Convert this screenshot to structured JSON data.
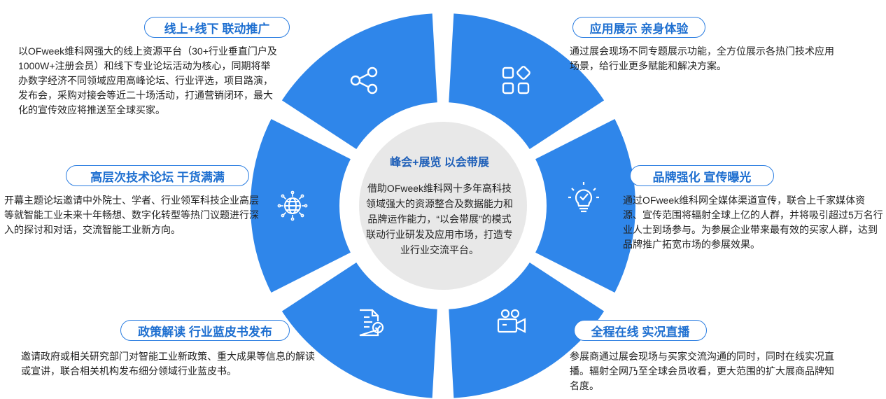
{
  "colors": {
    "segment": "#2f86ea",
    "segment_dark": "#1f6fd8",
    "center_fill": "#e8e8e8",
    "accent_text": "#1e6fd0",
    "icon": "#ffffff"
  },
  "center": {
    "title": "峰会+展览 以会带展",
    "body": "借助OFweek维科网十多年高科技领域强大的资源整合及数据能力和品牌运作能力，“以会带展”的模式联动行业研发及应用市场，打造专业行业交流平台。"
  },
  "sections": [
    {
      "id": "online-offline",
      "tag": "线上+线下 联动推广",
      "icon": "share-icon",
      "desc": "以OFweek维科网强大的线上资源平台（30+行业垂直门户及1000W+注册会员）和线下专业论坛活动为核心，同期将举办数字经济不同领域应用高峰论坛、行业评选，项目路演，发布会，采购对接会等近二十场活动，打通营销闭环，最大化的宣传效应将推送至全球买家。"
    },
    {
      "id": "application",
      "tag": "应用展示 亲身体验",
      "icon": "apps-icon",
      "desc": "通过展会现场不同专题展示功能，全方位展示各热门技术应用场景，给行业更多赋能和解决方案。"
    },
    {
      "id": "forum",
      "tag": "高层次技术论坛 干货满满",
      "icon": "globe-network-icon",
      "desc": "开幕主题论坛邀请中外院士、学者、行业领军科技企业高层等就智能工业未来十年畅想、数字化转型等热门议题进行深入的探讨和对话，交流智能工业新方向。"
    },
    {
      "id": "brand",
      "tag": "品牌强化 宣传曝光",
      "icon": "lightbulb-icon",
      "desc": "通过OFweek维科网全媒体渠道宣传，联合上千家媒体资源、宣传范围将辐射全球上亿的人群，并将吸引超过5万名行业人士到场参与。为参展企业带来最有效的买家人群，达到品牌推广拓宽市场的参展效果。"
    },
    {
      "id": "policy",
      "tag": "政策解读 行业蓝皮书发布",
      "icon": "document-check-icon",
      "desc": "邀请政府或相关研究部门对智能工业新政策、重大成果等信息的解读或宣讲，联合相关机构发布细分领域行业蓝皮书。"
    },
    {
      "id": "live",
      "tag": "全程在线 实况直播",
      "icon": "video-camera-icon",
      "desc": "参展商通过展会现场与买家交流沟通的同时，同时在线实况直播。辐射全网乃至全球会员收看，更大范围的扩大展商品牌知名度。"
    }
  ]
}
